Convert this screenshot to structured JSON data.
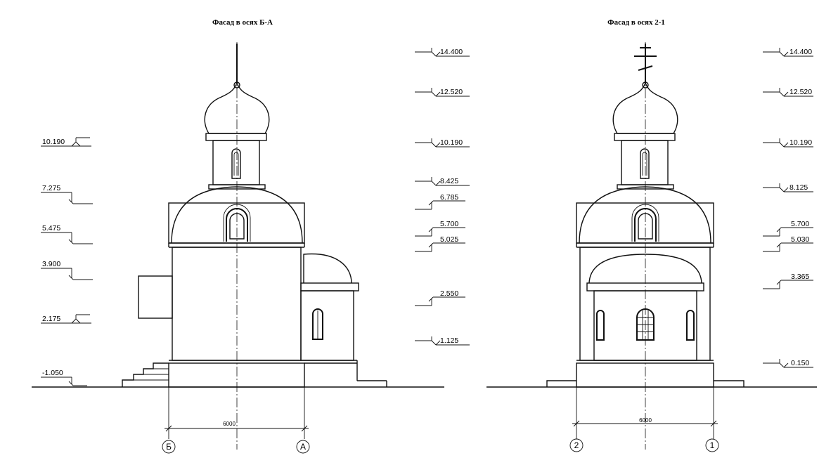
{
  "left_facade": {
    "title": "Фасад в осях Б-А",
    "left_levels": [
      "10.190",
      "7.275",
      "5.475",
      "3.900",
      "2.175",
      "-1.050"
    ],
    "right_levels": [
      "14.400",
      "12.520",
      "10.190",
      "8.425",
      "6.785",
      "5.700",
      "5.025",
      "2.550",
      "1.125"
    ],
    "dimension": "6000",
    "axis_left": "Б",
    "axis_right": "А"
  },
  "right_facade": {
    "title": "Фасад в осях 2-1",
    "right_levels": [
      "14.400",
      "12.520",
      "10.190",
      "8.125",
      "5.700",
      "5.030",
      "3.365",
      "0.150"
    ],
    "dimension": "6000",
    "axis_left": "2",
    "axis_right": "1"
  }
}
